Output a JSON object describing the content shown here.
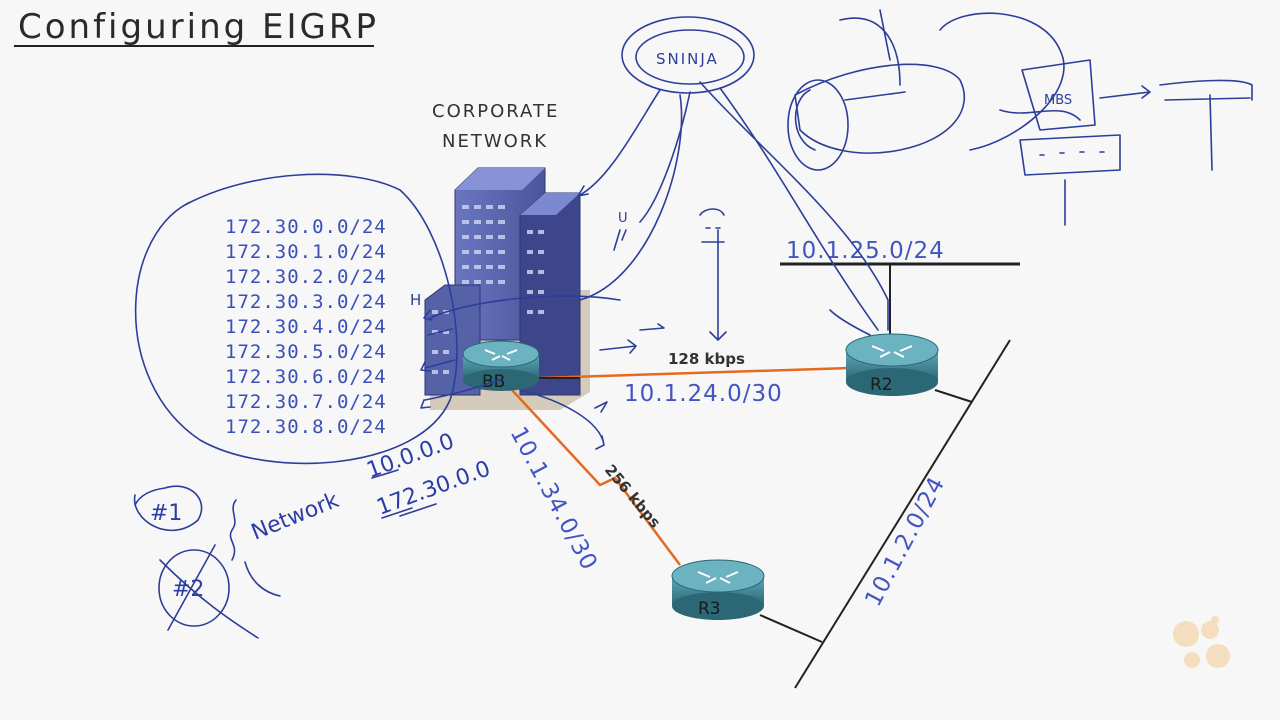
{
  "title": "Configuring EIGRP",
  "corporate": {
    "line1": "CORPORATE",
    "line2": "NETWORK"
  },
  "subnets": [
    "172.30.0.0/24",
    "172.30.1.0/24",
    "172.30.2.0/24",
    "172.30.3.0/24",
    "172.30.4.0/24",
    "172.30.5.0/24",
    "172.30.6.0/24",
    "172.30.7.0/24",
    "172.30.8.0/24"
  ],
  "routers": {
    "bb": "BB",
    "r2": "R2",
    "r3": "R3"
  },
  "links": {
    "bb_r2": {
      "subnet": "10.1.24.0/30",
      "speed": "128 kbps"
    },
    "bb_r3": {
      "subnet": "10.1.34.0/30",
      "speed": "256 kbps"
    },
    "r2_r3": {
      "subnet": "10.1.2.0/24"
    },
    "r2_lan": {
      "subnet": "10.1.25.0/24"
    }
  },
  "notes": {
    "network_cmd": "Network",
    "net_a": "10.0.0.0",
    "net_b": "172.30.0.0",
    "mark1": "#1",
    "mark2": "#2",
    "sninja": "SNINJA",
    "mbs": "MBS",
    "h_mark": "H",
    "u_mark": "U"
  },
  "colors": {
    "building": "#5864a8",
    "router": "#3f8a99",
    "serial_link": "#e56a1f",
    "ink": "#2c3e9a",
    "label_blue": "#4255c0"
  }
}
